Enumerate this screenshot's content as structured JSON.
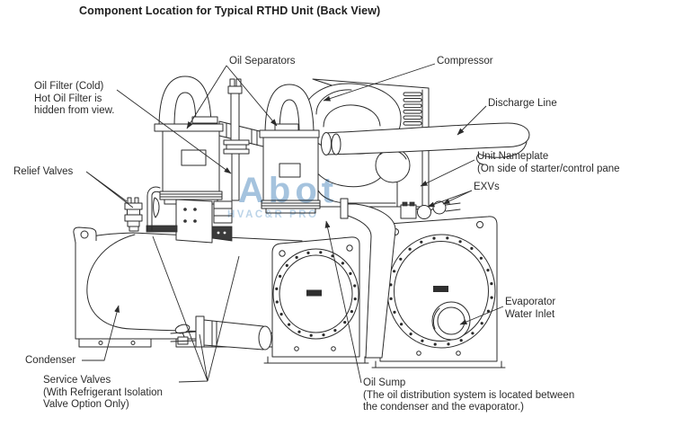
{
  "title": "Component Location for Typical RTHD Unit (Back View)",
  "watermark": {
    "brand": "Abot",
    "tagline": "HVAC&R PRO"
  },
  "colors": {
    "line": "#2b2b2b",
    "text": "#2b2b2b",
    "watermark_brand": "#8fb5d6",
    "watermark_tagline": "#b9d2e7",
    "background": "#ffffff"
  },
  "labels": {
    "oil_separators": {
      "text": "Oil Separators"
    },
    "compressor": {
      "text": "Compressor"
    },
    "oil_filter": {
      "line1": "Oil Filter (Cold)",
      "line2": "Hot Oil Filter is",
      "line3": "hidden from view."
    },
    "discharge_line": {
      "text": "Discharge Line"
    },
    "relief_valves": {
      "text": "Relief Valves"
    },
    "unit_nameplate": {
      "line1": "Unit Nameplate",
      "line2": "(On side of starter/control pane"
    },
    "exvs": {
      "text": "EXVs"
    },
    "evaporator_water_inlet": {
      "line1": "Evaporator",
      "line2": "Water Inlet"
    },
    "condenser": {
      "text": "Condenser"
    },
    "service_valves": {
      "line1": "Service Valves",
      "line2": "(With Refrigerant Isolation",
      "line3": "Valve Option Only)"
    },
    "oil_sump": {
      "line1": "Oil Sump",
      "line2": "(The oil distribution system is located between",
      "line3": "the condenser and the evaporator.)"
    }
  }
}
